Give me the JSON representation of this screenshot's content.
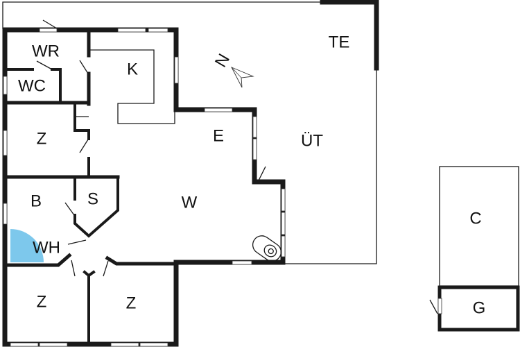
{
  "plan": {
    "rooms": {
      "te": "TE",
      "wr": "WR",
      "wc": "WC",
      "k": "K",
      "z1": "Z",
      "e": "E",
      "ut": "ÜT",
      "b": "B",
      "s": "S",
      "w": "W",
      "wh": "WH",
      "z2": "Z",
      "z3": "Z",
      "c": "C",
      "g": "G"
    },
    "compass": "N",
    "colors": {
      "wall": "#1a1a1a",
      "shower": "#7dc8ec"
    }
  }
}
